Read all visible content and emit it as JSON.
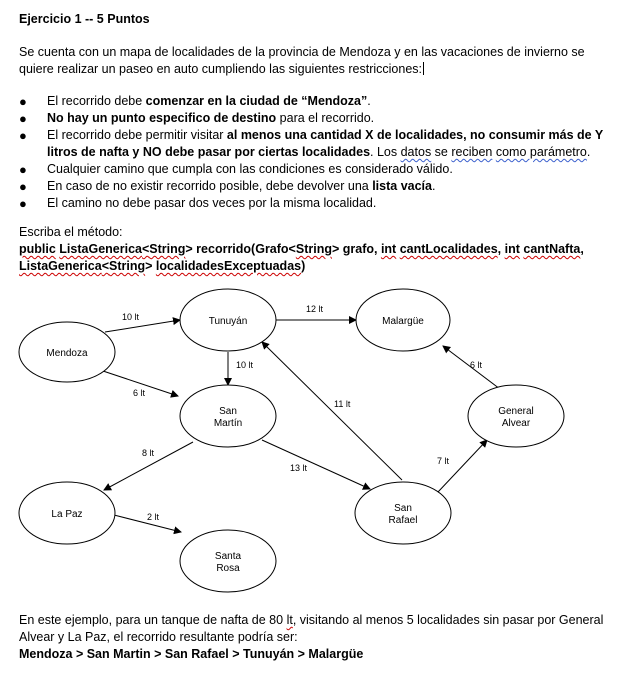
{
  "title": "Ejercicio 1 -- 5 Puntos",
  "intro": "Se cuenta con un mapa de localidades de la provincia de Mendoza y en las vacaciones de invierno se quiere realizar un paseo en auto cumpliendo las siguientes restricciones:",
  "rules": {
    "r1": {
      "a": "El recorrido debe ",
      "b": "comenzar en la ciudad de “Mendoza”",
      "c": "."
    },
    "r2": {
      "a": "No hay un punto especifico de destino",
      "b": " para el recorrido."
    },
    "r3": {
      "a": "El recorrido debe permitir visitar ",
      "b": "al menos una cantidad X de localidades, no consumir más de Y litros de nafta y NO debe pasar por ciertas localidades",
      "c": ". Los ",
      "d": "datos",
      "e": " se ",
      "f": "reciben",
      "g": " ",
      "h": "como parámetro",
      "i": "."
    },
    "r4": {
      "a": " Cualquier camino que cumpla con las condiciones es considerado válido."
    },
    "r5": {
      "a": "En caso de no existir recorrido posible, debe devolver una ",
      "b": "lista vacía",
      "c": "."
    },
    "r6": {
      "a": "El camino no debe pasar dos veces por la misma localidad."
    }
  },
  "bullet_symbol": "●",
  "method_label": "Escriba el método:",
  "method": {
    "p1": "public",
    "p2": " ",
    "p3": "ListaGenerica",
    "p4": "<",
    "p5": "String",
    "p6": "> recorrido(Grafo<",
    "p7": "String",
    "p8": "> grafo, ",
    "p9": "int",
    "p10": " ",
    "p11": "cantLocalidades",
    "p12": ", ",
    "p13": "int",
    "p14": " ",
    "p15": "cantNafta",
    "p16": ", ",
    "p17": "ListaGenerica",
    "p18": "<",
    "p19": "String",
    "p20": "> ",
    "p21": "localidadesExceptuadas",
    "p22": ")"
  },
  "graph": {
    "nodes": {
      "mendoza": "Mendoza",
      "tunuyan": "Tunuyán",
      "malargue": "Malargüe",
      "san_martin_1": "San",
      "san_martin_2": "Martín",
      "general_alvear_1": "General",
      "general_alvear_2": "Alvear",
      "la_paz": "La Paz",
      "san_rafael_1": "San",
      "san_rafael_2": "Rafael",
      "santa_rosa_1": "Santa",
      "santa_rosa_2": "Rosa"
    },
    "edges": {
      "mendoza_tunuyan": "10 lt",
      "tunuyan_malargue": "12 lt",
      "tunuyan_sanmartin": "10 lt",
      "mendoza_sanmartin": "6 lt",
      "sanrafael_tunuyan": "11 lt",
      "alvear_malargue": "6 lt",
      "sanmartin_lapaz": "8 lt",
      "sanmartin_sanrafael": "13 lt",
      "sanrafael_alvear": "7 lt",
      "lapaz_santarosa": "2 lt"
    }
  },
  "example": {
    "a": "En este ejemplo, para un tanque de nafta de 80 ",
    "b": "lt",
    "c": ", visitando al menos 5 localidades sin pasar por General Alvear y La Paz, el recorrido resultante podría ser:"
  },
  "route": "Mendoza > San Martin > San Rafael > Tunuyán > Malargüe"
}
